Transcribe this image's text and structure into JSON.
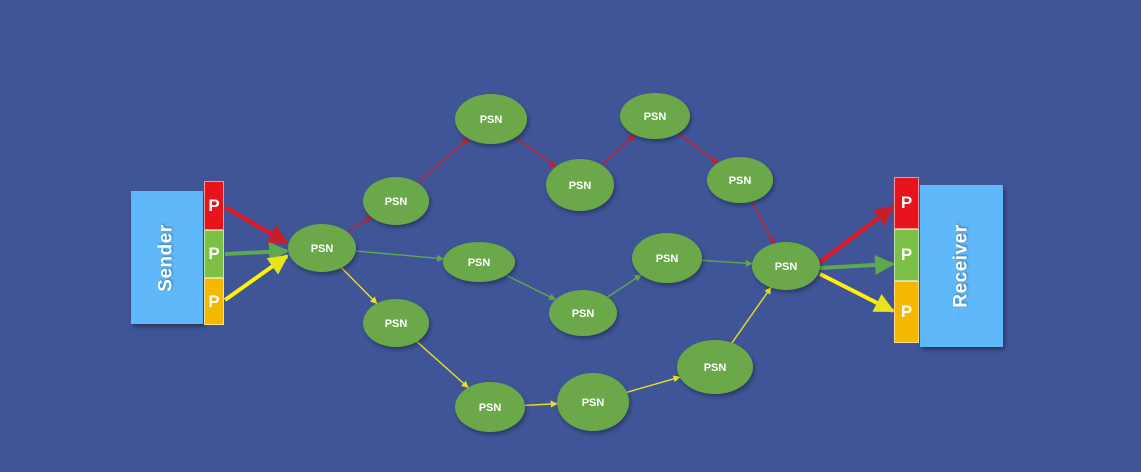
{
  "sender": {
    "label": "Sender"
  },
  "receiver": {
    "label": "Receiver"
  },
  "packet_label": "P",
  "node_label": "PSN",
  "colors": {
    "background": "#3f5597",
    "endpoint": "#5fb8fa",
    "node": "#6aa84a",
    "red": "#e8141b",
    "green": "#7cc145",
    "yellow": "#fff200",
    "orange": "#f5b800"
  },
  "packets": [
    {
      "label": "P",
      "color": "red"
    },
    {
      "label": "P",
      "color": "green"
    },
    {
      "label": "P",
      "color": "yellow"
    }
  ],
  "nodes": [
    "n_send",
    "n_r1",
    "n_r2",
    "n_r3",
    "n_r4",
    "n_r5",
    "n_g1",
    "n_g2",
    "n_g3",
    "n_y1",
    "n_y2",
    "n_y3",
    "n_y4",
    "n_recv"
  ],
  "routes": [
    {
      "color": "red",
      "path": [
        "n_send",
        "n_r1",
        "n_r2",
        "n_r3",
        "n_r4",
        "n_r5",
        "n_recv"
      ]
    },
    {
      "color": "green",
      "path": [
        "n_send",
        "n_g1",
        "n_g2",
        "n_g3",
        "n_recv"
      ]
    },
    {
      "color": "yellow",
      "path": [
        "n_send",
        "n_y1",
        "n_y2",
        "n_y3",
        "n_y4",
        "n_recv"
      ]
    }
  ]
}
